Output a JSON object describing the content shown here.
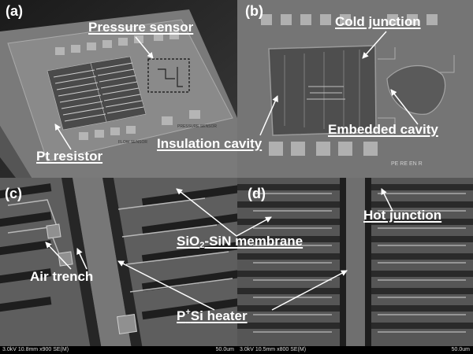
{
  "panels": {
    "a": {
      "tag": "(a)",
      "labels": {
        "pressure_sensor": "Pressure sensor",
        "pt_resistor": "Pt resistor"
      },
      "chip_text": {
        "left": "FLOW SENSOR",
        "right": "PRESSURE SENSOR"
      }
    },
    "b": {
      "tag": "(b)",
      "labels": {
        "cold_junction": "Cold junction",
        "embedded_cavity": "Embedded cavity",
        "insulation_cavity": "Insulation cavity"
      },
      "chip_text": "PE  RE  EN  R"
    },
    "c": {
      "tag": "(c)",
      "labels": {
        "air_trench": "Air trench",
        "sio2": "SiO",
        "sio2_sub": "2",
        "sin_membrane": "-SiN membrane",
        "p": "P",
        "p_sup": "+",
        "si_heater": "Si heater"
      },
      "footer": {
        "left": "3.0kV 10.8mm x900 SE(M)",
        "right": "50.0um"
      }
    },
    "d": {
      "tag": "(d)",
      "labels": {
        "hot_junction": "Hot junction"
      },
      "footer": {
        "left": "3.0kV 10.5mm x800 SE(M)",
        "right": "50.0um"
      }
    }
  },
  "colors": {
    "label_text": "#ffffff",
    "arrow": "#ffffff"
  }
}
